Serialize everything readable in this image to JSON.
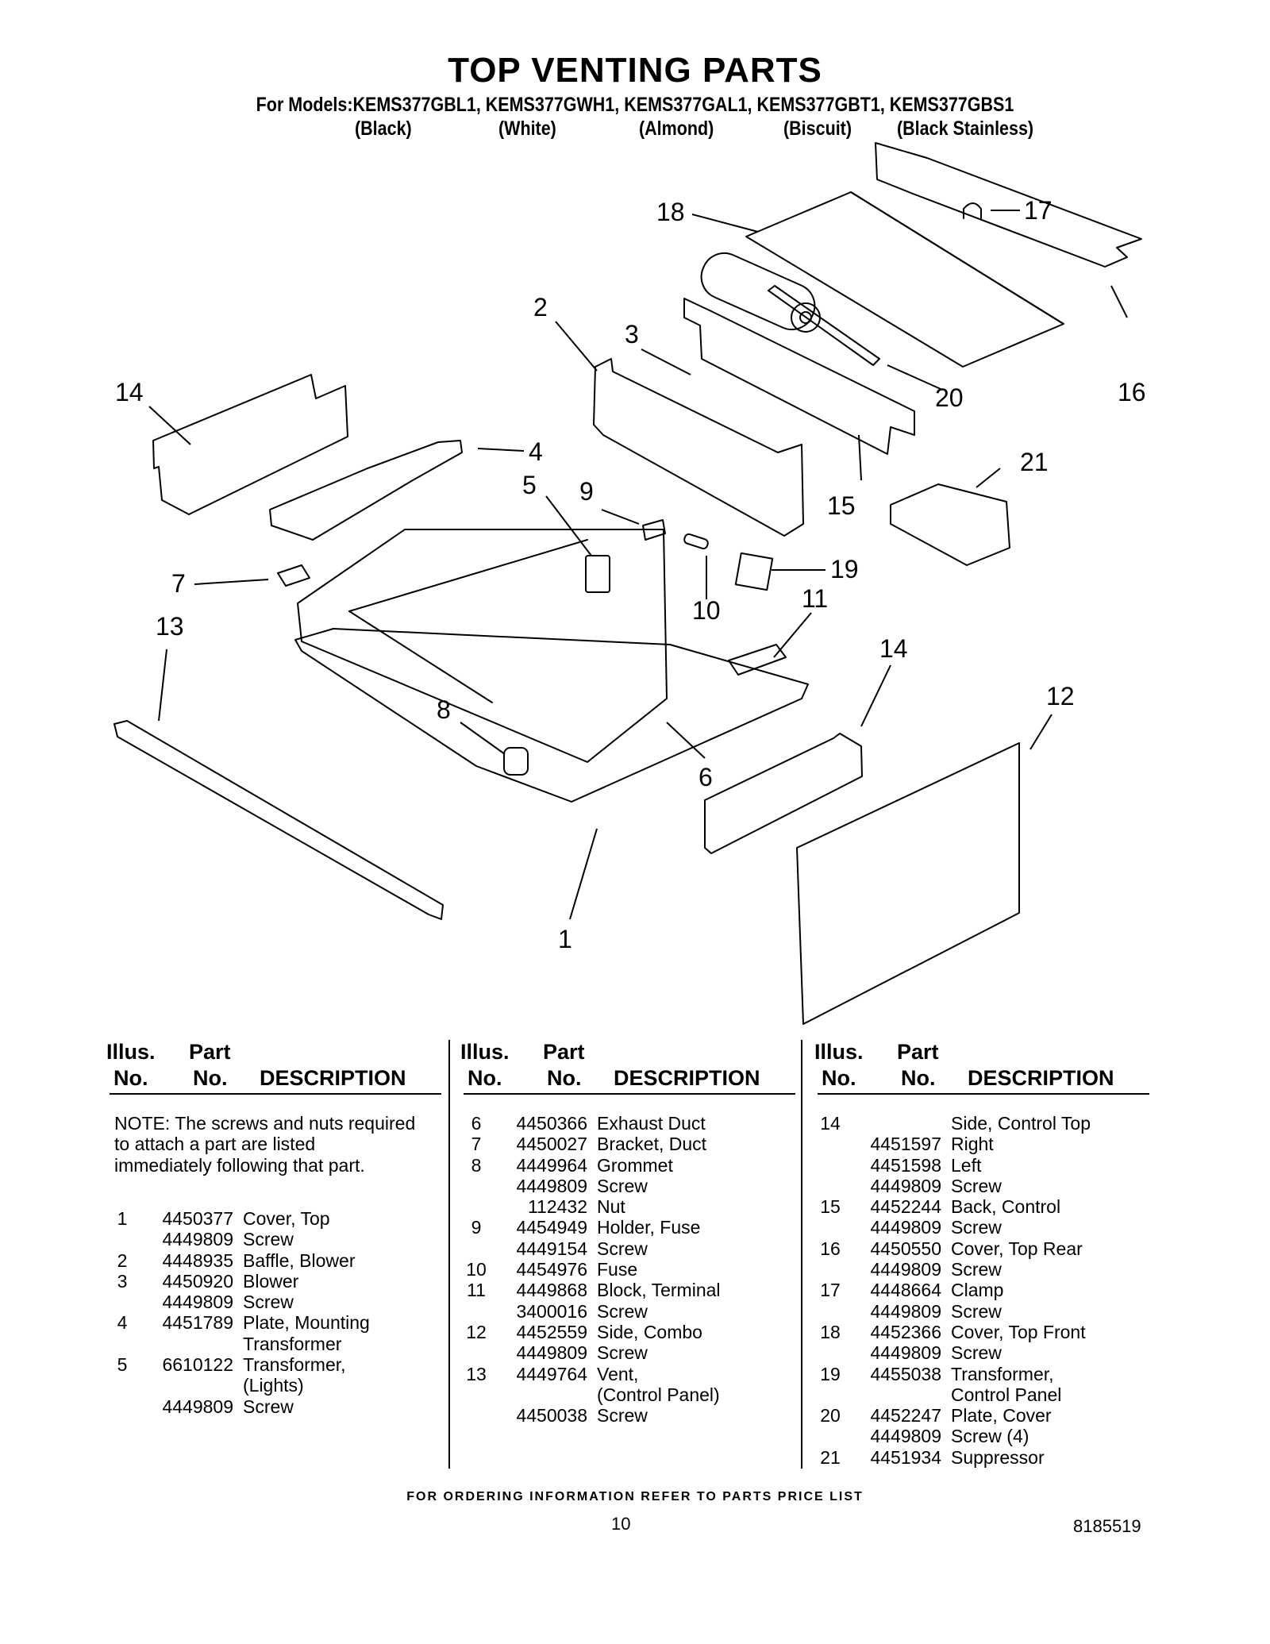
{
  "header": {
    "title": "TOP VENTING PARTS",
    "models": "For Models:KEMS377GBL1, KEMS377GWH1, KEMS377GAL1, KEMS377GBT1, KEMS377GBS1",
    "colors": [
      "(Black)",
      "(White)",
      "(Almond)",
      "(Biscuit)",
      "(Black Stainless)"
    ]
  },
  "diagram": {
    "callouts": [
      "18",
      "17",
      "2",
      "3",
      "14",
      "20",
      "16",
      "4",
      "21",
      "5",
      "9",
      "15",
      "19",
      "7",
      "10",
      "11",
      "13",
      "14",
      "12",
      "8",
      "6",
      "1"
    ]
  },
  "table": {
    "headers": {
      "illus_1": "Illus.",
      "illus_2": "No.",
      "part_1": "Part",
      "part_2": "No.",
      "desc": "DESCRIPTION"
    },
    "note": "NOTE: The screws and nuts required to attach a part are listed immediately following that part.",
    "col1": [
      {
        "illus": "1",
        "part": "4450377",
        "desc": "Cover, Top"
      },
      {
        "illus": "",
        "part": "4449809",
        "desc": "Screw"
      },
      {
        "illus": "2",
        "part": "4448935",
        "desc": "Baffle, Blower"
      },
      {
        "illus": "3",
        "part": "4450920",
        "desc": "Blower"
      },
      {
        "illus": "",
        "part": "4449809",
        "desc": "Screw"
      },
      {
        "illus": "4",
        "part": "4451789",
        "desc": "Plate, Mounting"
      },
      {
        "illus": "",
        "part": "",
        "desc": "Transformer"
      },
      {
        "illus": "5",
        "part": "6610122",
        "desc": "Transformer,"
      },
      {
        "illus": "",
        "part": "",
        "desc": "(Lights)"
      },
      {
        "illus": "",
        "part": "4449809",
        "desc": "Screw"
      }
    ],
    "col2": [
      {
        "illus": "6",
        "part": "4450366",
        "desc": "Exhaust Duct"
      },
      {
        "illus": "7",
        "part": "4450027",
        "desc": "Bracket, Duct"
      },
      {
        "illus": "8",
        "part": "4449964",
        "desc": "Grommet"
      },
      {
        "illus": "",
        "part": "4449809",
        "desc": "Screw"
      },
      {
        "illus": "",
        "part": "112432",
        "desc": "Nut"
      },
      {
        "illus": "9",
        "part": "4454949",
        "desc": "Holder, Fuse"
      },
      {
        "illus": "",
        "part": "4449154",
        "desc": "Screw"
      },
      {
        "illus": "10",
        "part": "4454976",
        "desc": "Fuse"
      },
      {
        "illus": "11",
        "part": "4449868",
        "desc": "Block, Terminal"
      },
      {
        "illus": "",
        "part": "3400016",
        "desc": "Screw"
      },
      {
        "illus": "12",
        "part": "4452559",
        "desc": "Side, Combo"
      },
      {
        "illus": "",
        "part": "4449809",
        "desc": "Screw"
      },
      {
        "illus": "13",
        "part": "4449764",
        "desc": "Vent,"
      },
      {
        "illus": "",
        "part": "",
        "desc": "(Control Panel)"
      },
      {
        "illus": "",
        "part": "4450038",
        "desc": "Screw"
      }
    ],
    "col3": [
      {
        "illus": "14",
        "part": "",
        "desc": "Side, Control Top"
      },
      {
        "illus": "",
        "part": "4451597",
        "desc": "Right"
      },
      {
        "illus": "",
        "part": "4451598",
        "desc": "Left"
      },
      {
        "illus": "",
        "part": "4449809",
        "desc": "Screw"
      },
      {
        "illus": "15",
        "part": "4452244",
        "desc": "Back, Control"
      },
      {
        "illus": "",
        "part": "4449809",
        "desc": "Screw"
      },
      {
        "illus": "16",
        "part": "4450550",
        "desc": "Cover, Top Rear"
      },
      {
        "illus": "",
        "part": "4449809",
        "desc": "Screw"
      },
      {
        "illus": "17",
        "part": "4448664",
        "desc": "Clamp"
      },
      {
        "illus": "",
        "part": "4449809",
        "desc": "Screw"
      },
      {
        "illus": "18",
        "part": "4452366",
        "desc": "Cover, Top Front"
      },
      {
        "illus": "",
        "part": "4449809",
        "desc": "Screw"
      },
      {
        "illus": "19",
        "part": "4455038",
        "desc": "Transformer,"
      },
      {
        "illus": "",
        "part": "",
        "desc": "Control Panel"
      },
      {
        "illus": "20",
        "part": "4452247",
        "desc": "Plate, Cover"
      },
      {
        "illus": "",
        "part": "4449809",
        "desc": "Screw (4)"
      },
      {
        "illus": "21",
        "part": "4451934",
        "desc": "Suppressor"
      }
    ]
  },
  "footer": {
    "ordering": "FOR ORDERING INFORMATION REFER TO PARTS PRICE LIST",
    "page": "10",
    "doc": "8185519"
  }
}
